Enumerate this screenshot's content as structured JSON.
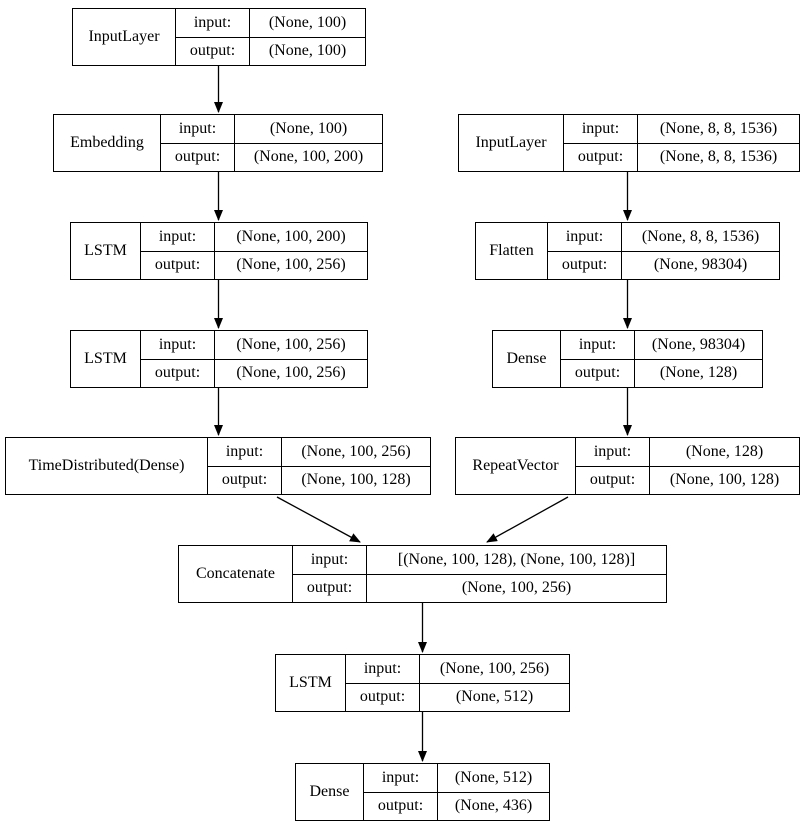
{
  "diagram": {
    "type": "keras-model-plot",
    "colors": {
      "background": "#ffffff",
      "line": "#000000",
      "text": "#000000",
      "node_fill": "#ffffff"
    },
    "row_labels": {
      "input": "input:",
      "output": "output:"
    },
    "nodes": [
      {
        "name": "InputLayer",
        "input": "(None, 100)",
        "output": "(None, 100)"
      },
      {
        "name": "Embedding",
        "input": "(None, 100)",
        "output": "(None, 100, 200)"
      },
      {
        "name": "LSTM",
        "input": "(None, 100, 200)",
        "output": "(None, 100, 256)"
      },
      {
        "name": "LSTM",
        "input": "(None, 100, 256)",
        "output": "(None, 100, 256)"
      },
      {
        "name": "TimeDistributed(Dense)",
        "input": "(None, 100, 256)",
        "output": "(None, 100, 128)"
      },
      {
        "name": "InputLayer",
        "input": "(None, 8, 8, 1536)",
        "output": "(None, 8, 8, 1536)"
      },
      {
        "name": "Flatten",
        "input": "(None, 8, 8, 1536)",
        "output": "(None, 98304)"
      },
      {
        "name": "Dense",
        "input": "(None, 98304)",
        "output": "(None, 128)"
      },
      {
        "name": "RepeatVector",
        "input": "(None, 128)",
        "output": "(None, 100, 128)"
      },
      {
        "name": "Concatenate",
        "input": "[(None, 100, 128), (None, 100, 128)]",
        "output": "(None, 100, 256)"
      },
      {
        "name": "LSTM",
        "input": "(None, 100, 256)",
        "output": "(None, 512)"
      },
      {
        "name": "Dense",
        "input": "(None, 512)",
        "output": "(None, 436)"
      }
    ],
    "edges": [
      {
        "from": 0,
        "to": 1
      },
      {
        "from": 1,
        "to": 2
      },
      {
        "from": 2,
        "to": 3
      },
      {
        "from": 3,
        "to": 4
      },
      {
        "from": 4,
        "to": 9
      },
      {
        "from": 5,
        "to": 6
      },
      {
        "from": 6,
        "to": 7
      },
      {
        "from": 7,
        "to": 8
      },
      {
        "from": 8,
        "to": 9
      },
      {
        "from": 9,
        "to": 10
      },
      {
        "from": 10,
        "to": 11
      }
    ]
  }
}
